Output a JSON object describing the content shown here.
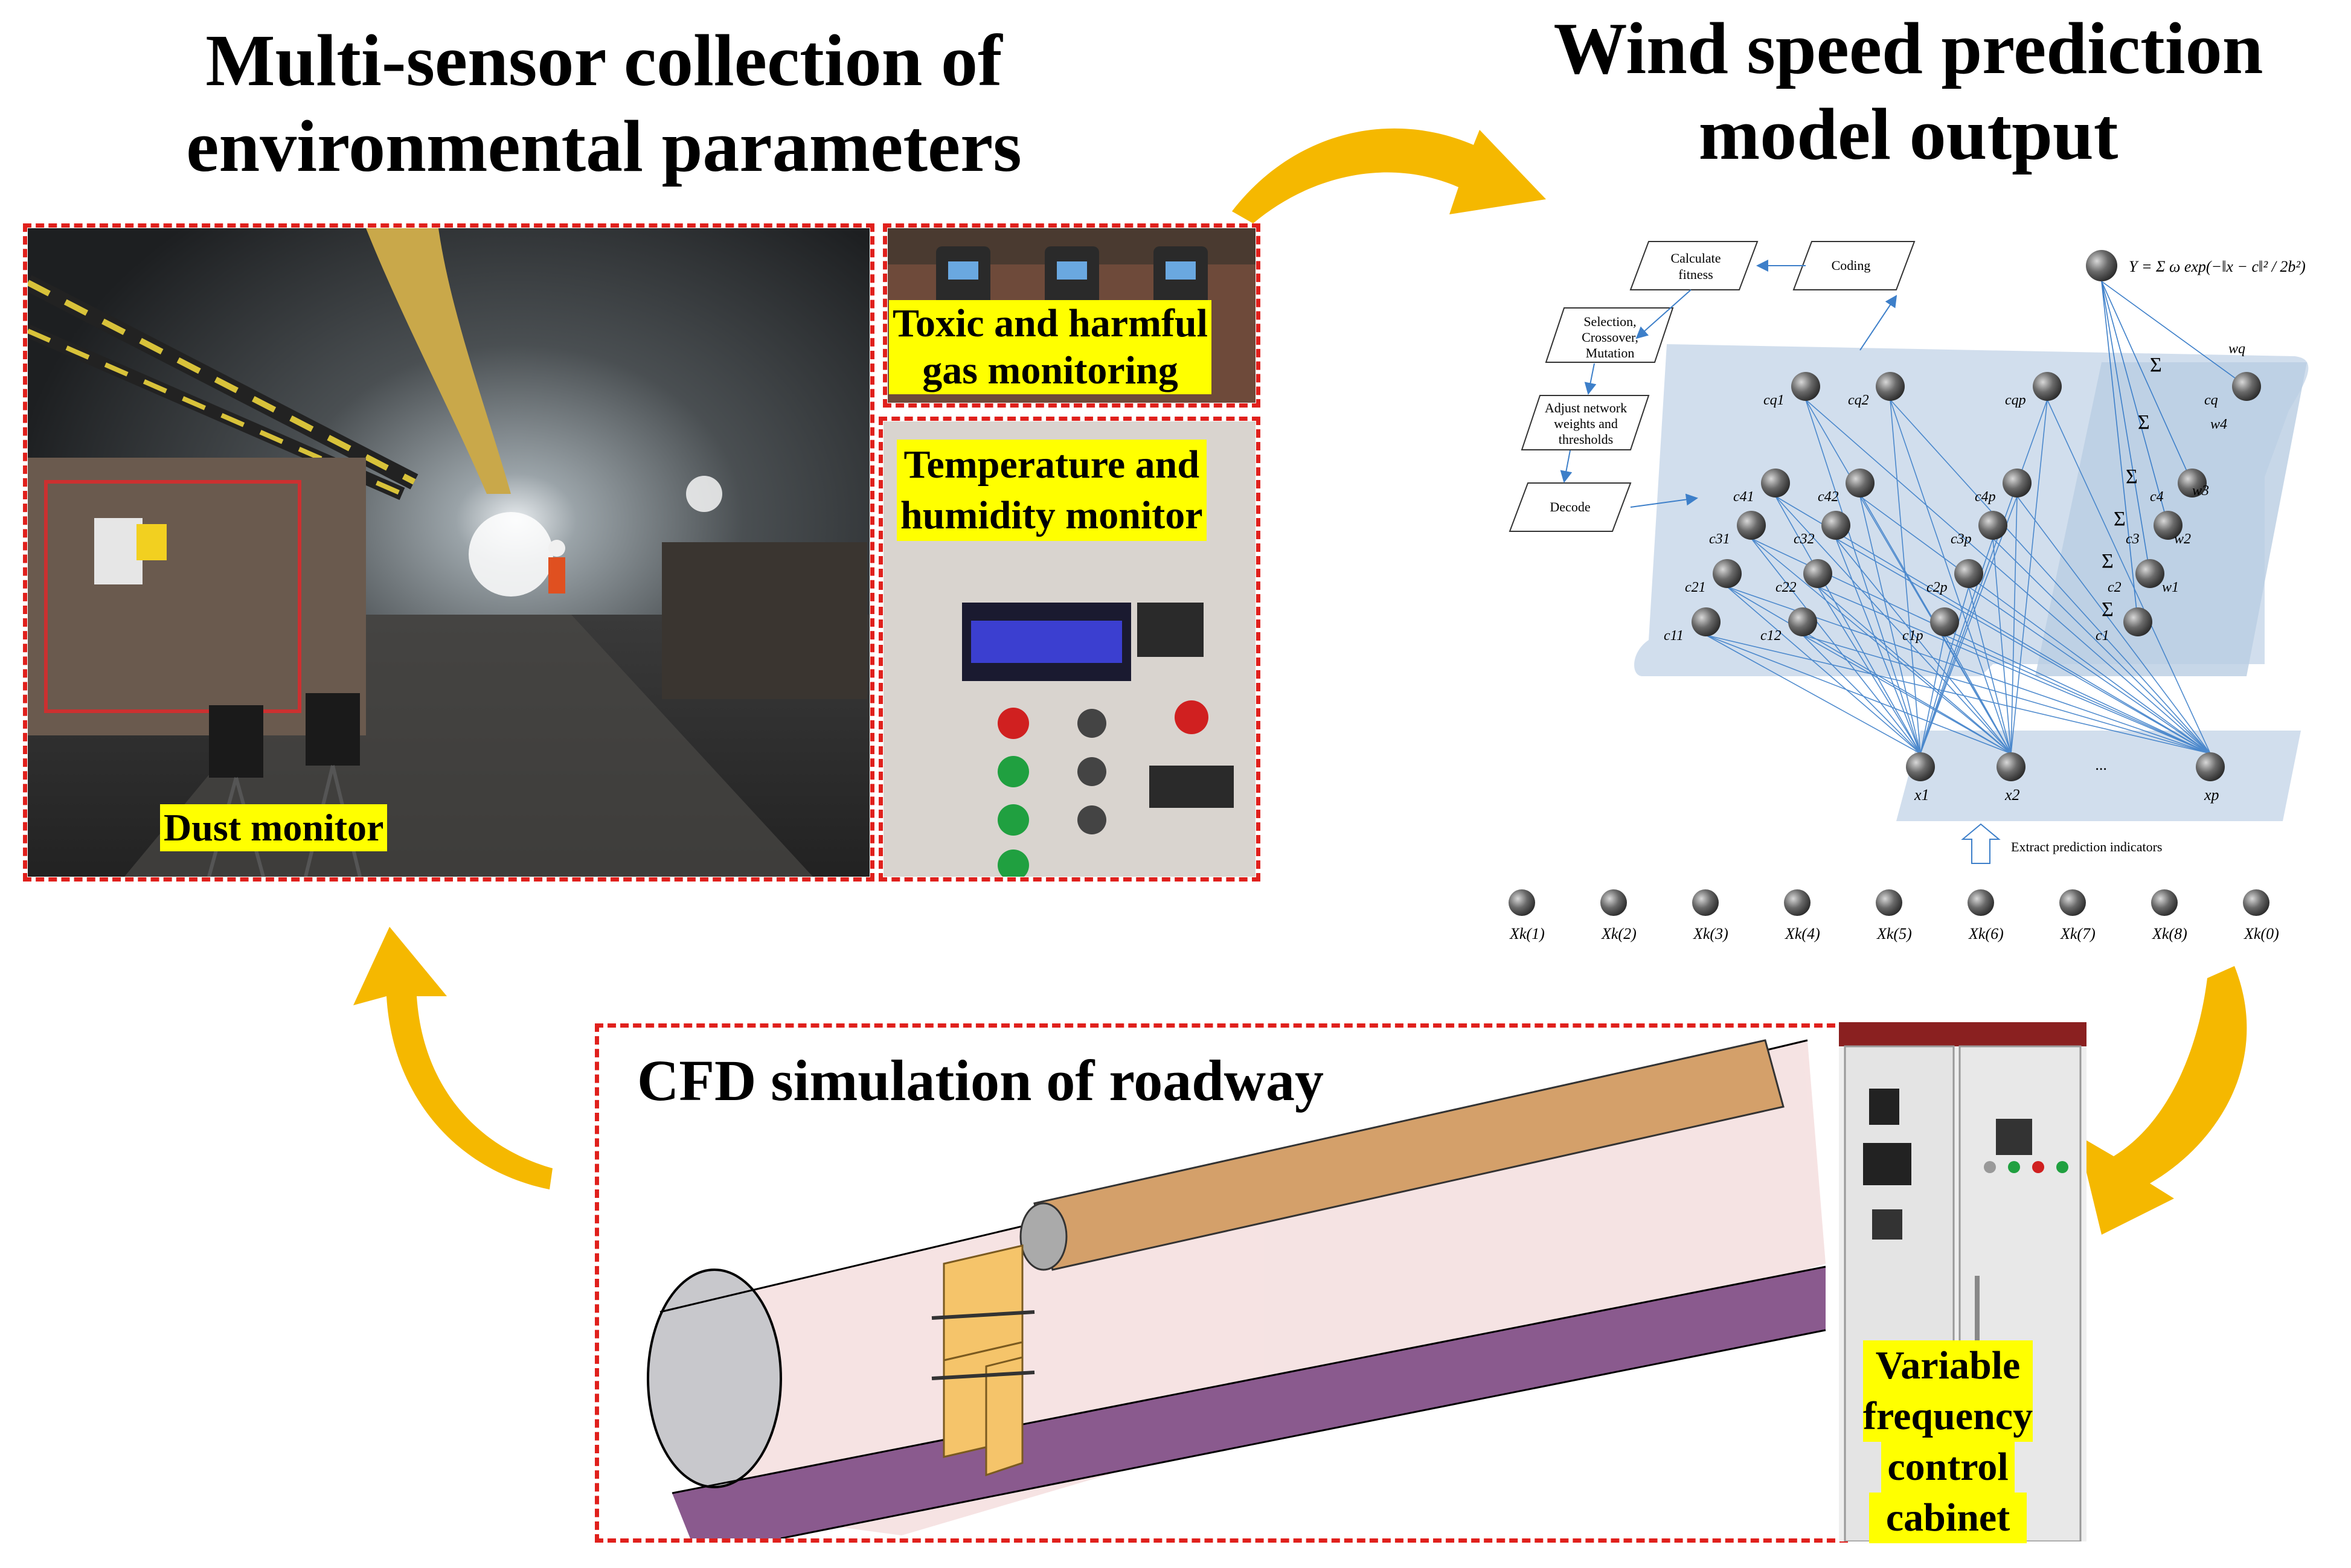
{
  "titles": {
    "multi_sensor_line1": "Multi-sensor collection of",
    "multi_sensor_line2": "environmental parameters",
    "wind_line1": "Wind speed prediction",
    "wind_line2": "model output",
    "cfd": "CFD simulation of roadway"
  },
  "labels": {
    "dust_monitor": "Dust monitor",
    "toxic_line1": "Toxic and harmful",
    "toxic_line2": "gas monitoring",
    "temp_line1": "Temperature and",
    "temp_line2": "humidity monitor",
    "vfd_line1": "Variable",
    "vfd_line2": "frequency",
    "vfd_line3": "control",
    "vfd_line4": "cabinet"
  },
  "flowchart": {
    "calculate_fitness": [
      "Calculate",
      "fitness"
    ],
    "coding": "Coding",
    "selection": [
      "Selection,",
      "Crossover,",
      "Mutation"
    ],
    "adjust": [
      "Adjust network",
      "weights and",
      "thresholds"
    ],
    "decode": "Decode"
  },
  "network": {
    "formula": "Y = Σ ω exp(−‖x − c‖² / 2b²)",
    "extract_label": "Extract prediction indicators",
    "input_nodes": [
      "x1",
      "x2",
      "...",
      "xp"
    ],
    "top_row": [
      "cq1",
      "cq2",
      "cqp",
      "cq"
    ],
    "row4": [
      "c41",
      "c42",
      "c4p",
      "c4"
    ],
    "row3": [
      "c31",
      "c32",
      "c3p",
      "c3"
    ],
    "row2": [
      "c21",
      "c22",
      "c2p",
      "c2"
    ],
    "row1": [
      "c11",
      "c12",
      "c1p",
      "c1"
    ],
    "weights": [
      "wq",
      "w4",
      "w3",
      "w2",
      "w1"
    ],
    "sum_symbol": "Σ",
    "bottom_inputs": [
      "Xk(1)",
      "Xk(2)",
      "Xk(3)",
      "Xk(4)",
      "Xk(5)",
      "Xk(6)",
      "Xk(7)",
      "Xk(8)",
      "Xk(0)"
    ]
  },
  "colors": {
    "arrow": "#f5b800",
    "dash": "#e0201c",
    "highlight": "#ffff00",
    "tunnel_floor": "#8a5a8e",
    "duct": "#d4a06a",
    "fan_frame": "#f5c46a",
    "network_plane": "#c9d8ea",
    "connection": "#3d7fc9"
  }
}
